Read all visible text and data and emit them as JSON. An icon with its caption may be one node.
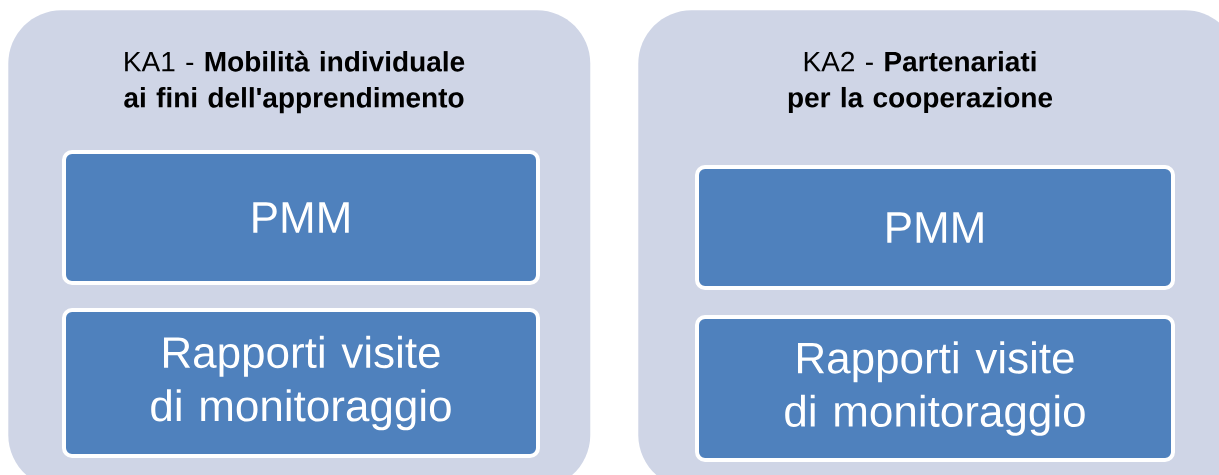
{
  "diagram": {
    "nodes": [
      {
        "text": [
          "KA1 - **Mobilità individuale ai fini dell'apprendimento**"
        ]
      },
      {
        "text": [
          "PMM"
        ],
        "in": 0
      },
      {
        "text": [
          "Rapporti visite di monitoraggio"
        ],
        "in": 0
      },
      {
        "text": [
          "KA2 - **Partenariati per la cooperazione**"
        ]
      },
      {
        "text": [
          "PMM"
        ],
        "in": 3
      },
      {
        "text": [
          "Rapporti visite di monitoraggio"
        ],
        "in": 3
      }
    ]
  }
}
